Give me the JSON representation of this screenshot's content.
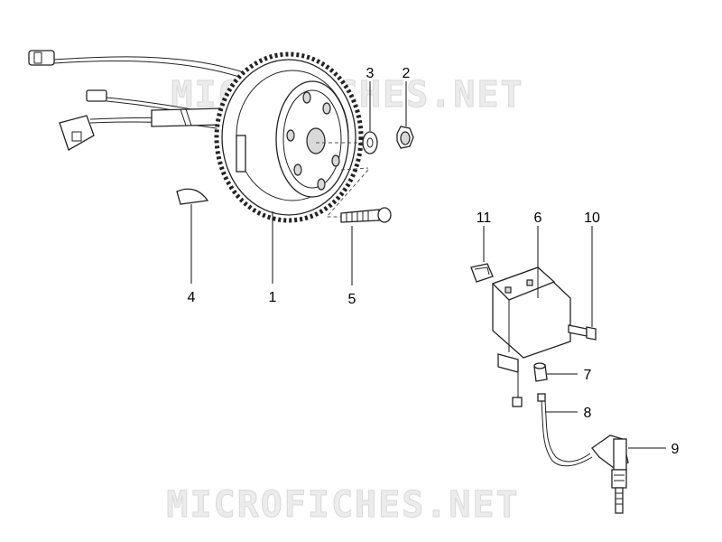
{
  "watermark": "MICROFICHES.NET",
  "callouts": {
    "c1": "1",
    "c2": "2",
    "c3": "3",
    "c4": "4",
    "c5": "5",
    "c6": "6",
    "c7": "7",
    "c8": "8",
    "c9": "9",
    "c10": "10",
    "c11": "11"
  }
}
